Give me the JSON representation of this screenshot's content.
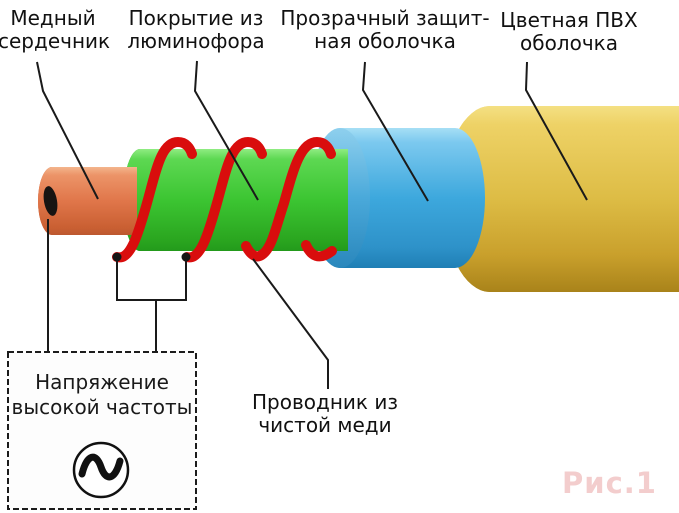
{
  "figure_type": "electroluminescent-wire-construction-diagram",
  "labels": {
    "copper_core": {
      "line1": "Медный",
      "line2": "сердечник"
    },
    "phosphor_coating": {
      "line1": "Покрытие из",
      "line2": "люминофора"
    },
    "transparent_sheath": {
      "line1": "Прозрачный защит-",
      "line2": "ная оболочка"
    },
    "pvc_sheath": {
      "line1": "Цветная ПВХ",
      "line2": "оболочка"
    },
    "pure_copper_conductor": {
      "line1": "Проводник из",
      "line2": "чистой меди"
    },
    "voltage_source": {
      "line1": "Напряжение",
      "line2": "высокой частоты"
    }
  },
  "caption": "Рис.1",
  "icons": {
    "ac_source": "sine-wave-in-circle"
  },
  "colors": {
    "copper_core": "#e0764a",
    "phosphor_coating": "#3cc532",
    "copper_wire": "#d90d0d",
    "transparent_sheath": "#3da8dd",
    "pvc_sheath": "#ddbc45",
    "line_color": "#1a1a1a",
    "caption_color": "#f3cdcd",
    "background": "#ffffff"
  }
}
